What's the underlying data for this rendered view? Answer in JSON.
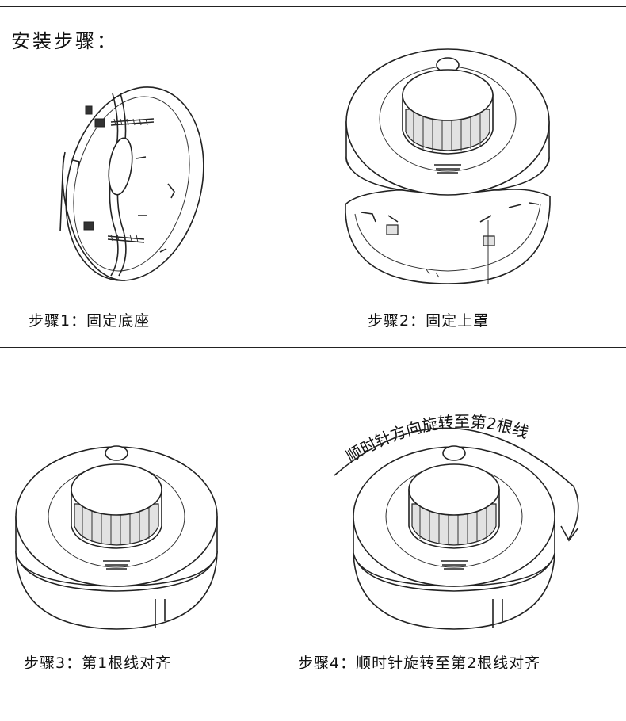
{
  "header": {
    "title": "安装步骤："
  },
  "steps": [
    {
      "caption": "步骤1：固定底座",
      "illustration": "base-mount-icon"
    },
    {
      "caption": "步骤2：固定上罩",
      "illustration": "cover-attach-icon"
    },
    {
      "caption": "步骤3：第1根线对齐",
      "illustration": "detector-align-icon"
    },
    {
      "caption": "步骤4：顺时针旋转至第2根线对齐",
      "illustration": "detector-rotate-icon"
    }
  ],
  "rotation_hint": {
    "text": "顺时针方向旋转至第2根线"
  }
}
